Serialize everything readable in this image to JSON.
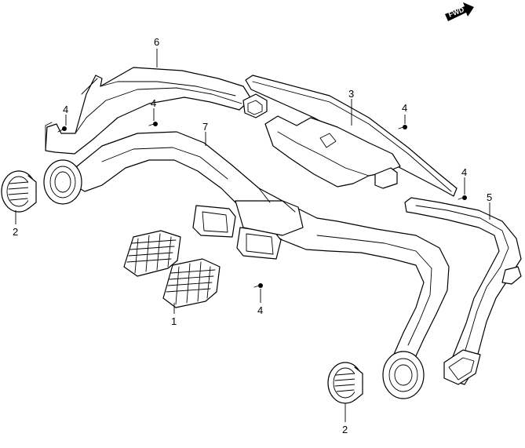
{
  "callouts": {
    "c1": "1",
    "c2a": "2",
    "c2b": "2",
    "c3": "3",
    "c4a": "4",
    "c4b": "4",
    "c4c": "4",
    "c4d": "4",
    "c4e": "4",
    "c5": "5",
    "c6": "6",
    "c7": "7"
  },
  "fwd_label": "FWD"
}
